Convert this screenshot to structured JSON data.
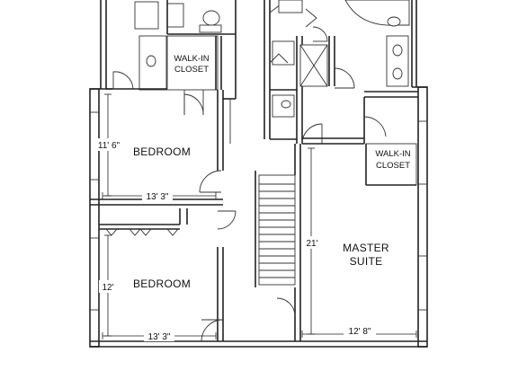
{
  "rooms": {
    "bedroom_upper": {
      "label": "BEDROOM",
      "width": "13' 3\"",
      "depth": "11' 6\""
    },
    "bedroom_lower": {
      "label": "BEDROOM",
      "width": "13' 3\"",
      "depth": "12'"
    },
    "closet_left": {
      "line1": "WALK-IN",
      "line2": "CLOSET"
    },
    "closet_right": {
      "line1": "WALK-IN",
      "line2": "CLOSET"
    },
    "master": {
      "line1": "MASTER",
      "line2": "SUITE",
      "width": "12' 8\"",
      "depth": "21'"
    }
  }
}
